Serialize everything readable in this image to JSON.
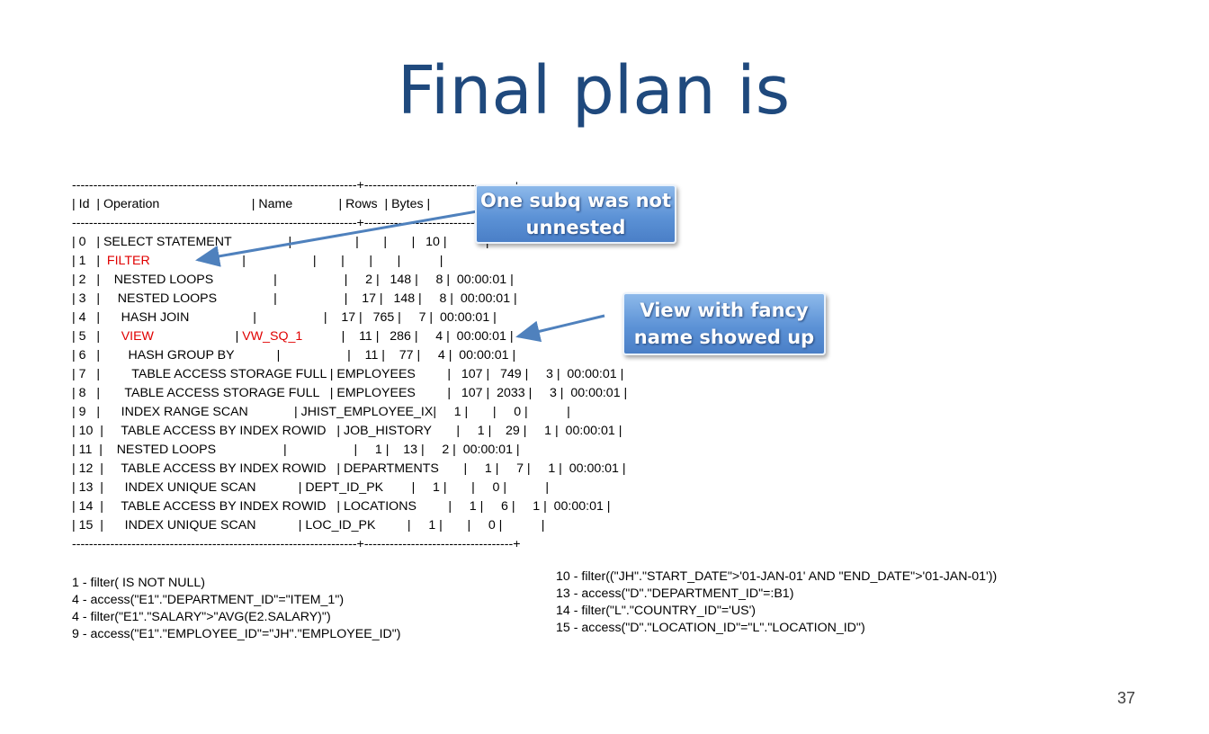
{
  "slide": {
    "title": "Final plan is",
    "page_number": "37"
  },
  "plan": {
    "lines": [
      [
        {
          "t": "-------------------------------------------------------------------+-----------------------------------+"
        }
      ],
      [
        {
          "t": "| Id  | Operation                          | Name             | Rows  | Bytes |"
        }
      ],
      [
        {
          "t": "-------------------------------------------------------------------+-----------------------------------"
        }
      ],
      [
        {
          "t": "| 0   | SELECT STATEMENT                |                  |       |       |   10 |           |"
        }
      ],
      [
        {
          "t": "| 1   |  "
        },
        {
          "t": "FILTER",
          "c": "red"
        },
        {
          "t": "                          |                   |       |       |       |           |"
        }
      ],
      [
        {
          "t": "| 2   |    NESTED LOOPS                 |                   |     2 |   148 |     8 |  00:00:01 |"
        }
      ],
      [
        {
          "t": "| 3   |     NESTED LOOPS                |                   |    17 |   148 |     8 |  00:00:01 |"
        }
      ],
      [
        {
          "t": "| 4   |      HASH JOIN                  |                   |    17 |   765 |     7 |  00:00:01 |"
        }
      ],
      [
        {
          "t": "| 5   |      "
        },
        {
          "t": "VIEW",
          "c": "red"
        },
        {
          "t": "                       | "
        },
        {
          "t": "VW_SQ_1",
          "c": "red"
        },
        {
          "t": "           |    11 |   286 |     4 |  00:00:01 |"
        }
      ],
      [
        {
          "t": "| 6   |        HASH GROUP BY            |                   |    11 |    77 |     4 |  00:00:01 |"
        }
      ],
      [
        {
          "t": "| 7   |         TABLE ACCESS STORAGE FULL | EMPLOYEES         |   107 |   749 |     3 |  00:00:01 |"
        }
      ],
      [
        {
          "t": "| 8   |       TABLE ACCESS STORAGE FULL   | EMPLOYEES         |   107 |  2033 |     3 |  00:00:01 |"
        }
      ],
      [
        {
          "t": "| 9   |      INDEX RANGE SCAN             | JHIST_EMPLOYEE_IX|     1 |       |     0 |           |"
        }
      ],
      [
        {
          "t": "| 10  |     TABLE ACCESS BY INDEX ROWID   | JOB_HISTORY       |     1 |    29 |     1 |  00:00:01 |"
        }
      ],
      [
        {
          "t": "| 11  |    NESTED LOOPS                   |                   |     1 |    13 |     2 |  00:00:01 |"
        }
      ],
      [
        {
          "t": "| 12  |     TABLE ACCESS BY INDEX ROWID   | DEPARTMENTS       |     1 |     7 |     1 |  00:00:01 |"
        }
      ],
      [
        {
          "t": "| 13  |      INDEX UNIQUE SCAN            | DEPT_ID_PK        |     1 |       |     0 |           |"
        }
      ],
      [
        {
          "t": "| 14  |     TABLE ACCESS BY INDEX ROWID   | LOCATIONS         |     1 |     6 |     1 |  00:00:01 |"
        }
      ],
      [
        {
          "t": "| 15  |      INDEX UNIQUE SCAN            | LOC_ID_PK         |     1 |       |     0 |           |"
        }
      ],
      [
        {
          "t": "-------------------------------------------------------------------+-----------------------------------+"
        }
      ]
    ]
  },
  "predicates": {
    "left": [
      "1 - filter( IS NOT NULL)",
      "4 - access(\"E1\".\"DEPARTMENT_ID\"=\"ITEM_1\")",
      "4 - filter(\"E1\".\"SALARY\">\"AVG(E2.SALARY)\")",
      "9 - access(\"E1\".\"EMPLOYEE_ID\"=\"JH\".\"EMPLOYEE_ID\")"
    ],
    "right": [
      "10 - filter((\"JH\".\"START_DATE\">'01-JAN-01' AND \"END_DATE\">'01-JAN-01'))",
      "13 - access(\"D\".\"DEPARTMENT_ID\"=:B1)",
      "14 - filter(\"L\".\"COUNTRY_ID\"='US')",
      "15 - access(\"D\".\"LOCATION_ID\"=\"L\".\"LOCATION_ID\")"
    ]
  },
  "callouts": {
    "subq": "One subq was not unnested",
    "view": "View with fancy name showed up"
  },
  "colors": {
    "title": "#1f497d",
    "highlight": "#e00000",
    "callout": "#5c92d6",
    "arrow": "#4f81bd"
  }
}
